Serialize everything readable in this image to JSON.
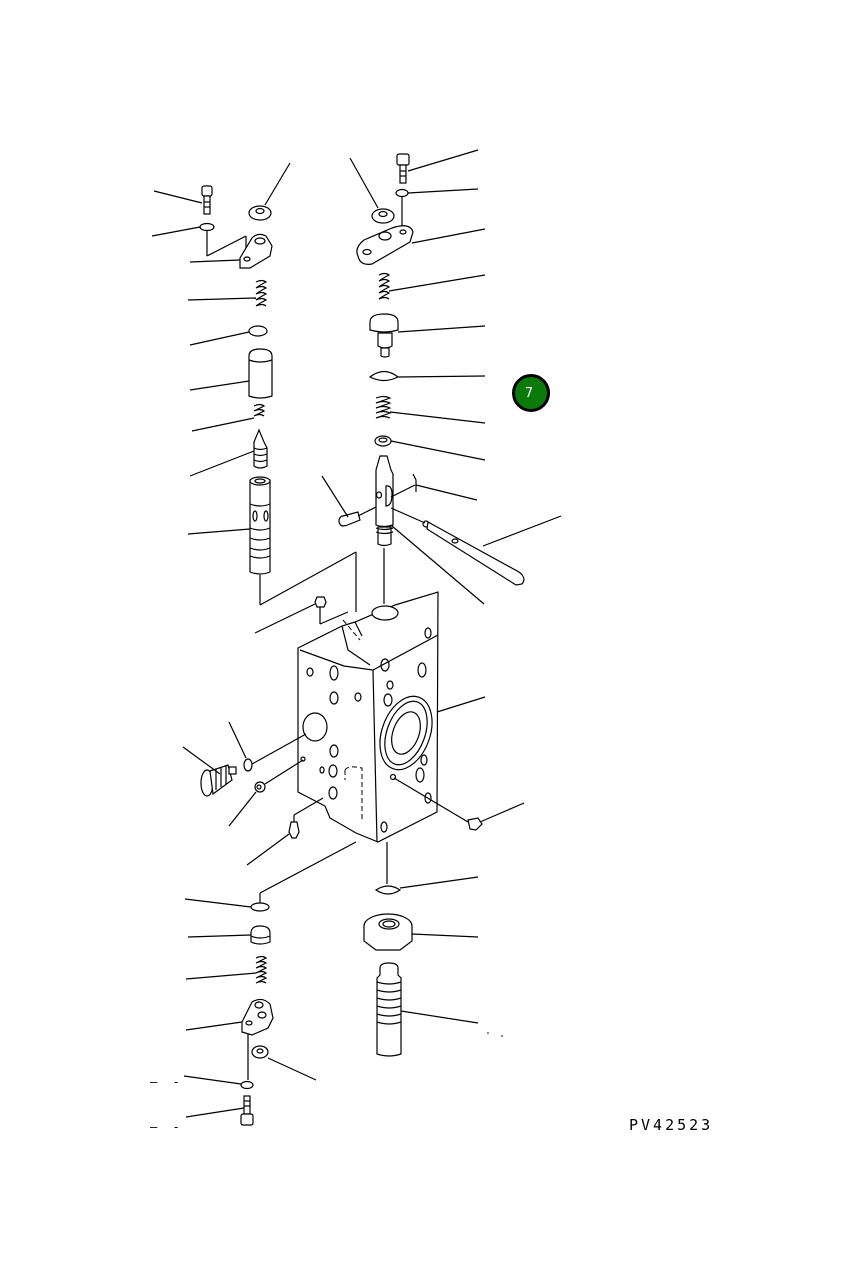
{
  "diagram": {
    "type": "exploded-parts-diagram",
    "subject": "control valve section assembly",
    "drawing_code": "PV42523",
    "callout_badge": {
      "label": "7",
      "color": "#0a7a0a"
    },
    "dash_marks": [
      "– -",
      "– -"
    ]
  }
}
